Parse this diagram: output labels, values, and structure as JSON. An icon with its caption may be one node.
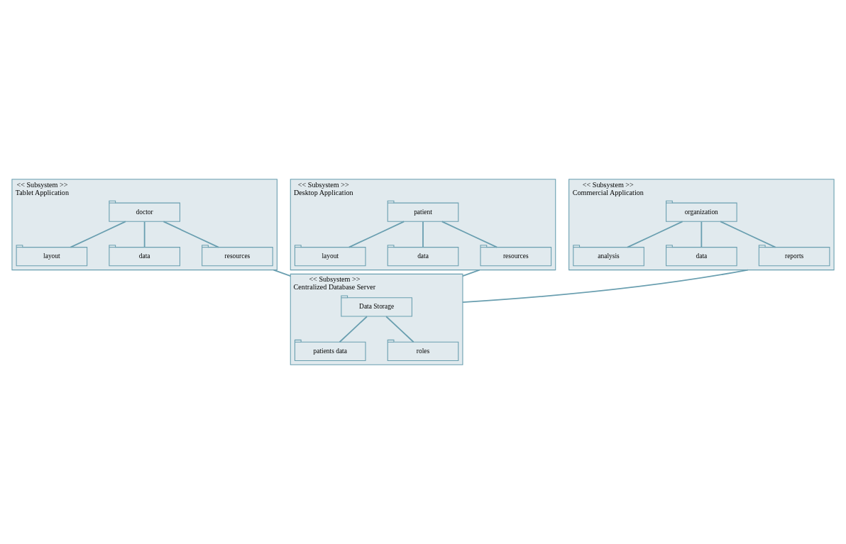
{
  "diagram": {
    "nodes": [
      {
        "text": [
          "<< Subsystem >>",
          "Tablet Application"
        ]
      },
      {
        "text": [
          "doctor"
        ],
        "in": 0
      },
      {
        "text": [
          "layout"
        ],
        "in": 0
      },
      {
        "text": [
          "data"
        ],
        "in": 0
      },
      {
        "text": [
          "resources"
        ],
        "in": 0
      },
      {
        "text": [
          "<< Subsystem >>",
          "Desktop Application"
        ]
      },
      {
        "text": [
          "patient"
        ],
        "in": 5
      },
      {
        "text": [
          "layout"
        ],
        "in": 5
      },
      {
        "text": [
          "data"
        ],
        "in": 5
      },
      {
        "text": [
          "resources"
        ],
        "in": 5
      },
      {
        "text": [
          "<< Subsystem >>",
          "Commercial Application"
        ]
      },
      {
        "text": [
          "organization"
        ],
        "in": 10
      },
      {
        "text": [
          "analysis"
        ],
        "in": 10
      },
      {
        "text": [
          "data"
        ],
        "in": 10
      },
      {
        "text": [
          "reports"
        ],
        "in": 10
      },
      {
        "text": [
          "<< Subsystem >>",
          "Centralized Database Server"
        ]
      },
      {
        "text": [
          "Data Storage"
        ],
        "in": 15
      },
      {
        "text": [
          "patients data"
        ],
        "in": 15
      },
      {
        "text": [
          "roles"
        ],
        "in": 15
      }
    ],
    "edges": [
      {
        "from": 1,
        "to": 2,
        "arrow": "none"
      },
      {
        "from": 1,
        "to": 3,
        "arrow": "none"
      },
      {
        "from": 1,
        "to": 4,
        "arrow": "none"
      },
      {
        "from": 6,
        "to": 7,
        "arrow": "none"
      },
      {
        "from": 6,
        "to": 8,
        "arrow": "none"
      },
      {
        "from": 6,
        "to": 9,
        "arrow": "none"
      },
      {
        "from": 11,
        "to": 12,
        "arrow": "none"
      },
      {
        "from": 11,
        "to": 13,
        "arrow": "none"
      },
      {
        "from": 11,
        "to": 14,
        "arrow": "none"
      },
      {
        "from": 16,
        "to": 17,
        "arrow": "none"
      },
      {
        "from": 16,
        "to": 18,
        "arrow": "none"
      },
      {
        "from": 0,
        "to": 15,
        "arrow": "none"
      },
      {
        "from": 5,
        "to": 15,
        "arrow": "none"
      },
      {
        "from": 10,
        "to": 15,
        "arrow": "none"
      }
    ]
  }
}
